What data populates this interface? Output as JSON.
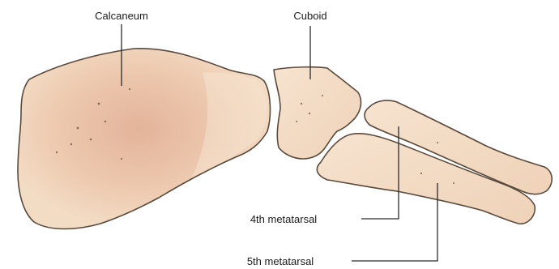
{
  "labels": {
    "calcaneum": "Calcaneum",
    "cuboid": "Cuboid",
    "fourth_metatarsal": "4th metatarsal",
    "fifth_metatarsal": "5th metatarsal"
  },
  "colors": {
    "bone_fill": "#f3dcc4",
    "bone_shadow": "#e3b49a",
    "bone_outline": "#5a4a3c",
    "leader_line": "#2b2b2b",
    "background": "#ffffff"
  }
}
